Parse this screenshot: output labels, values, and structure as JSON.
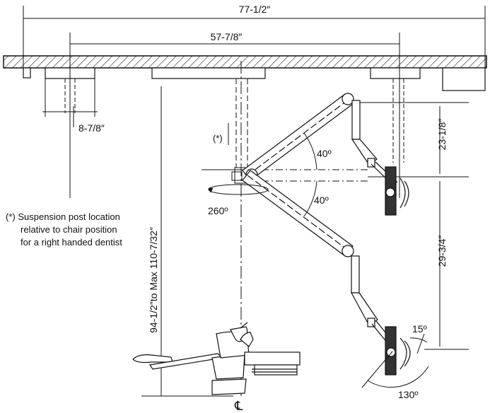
{
  "dimensions": {
    "overall_width": "77-1/2″",
    "post_spacing": "57-7/8″",
    "post_plate": "8-7/8″",
    "ceiling_height": "94-1/2″to Max 110-7/32″",
    "upper_drop": "23-1/8″",
    "lower_drop": "29-3/4″"
  },
  "angles": {
    "upper_arm": "40º",
    "lower_arm": "40º",
    "rotation": "260º",
    "head_tilt": "15º",
    "head_swivel": "130º"
  },
  "markers": {
    "asterisk": "(*)",
    "centerline": "℄"
  },
  "note": {
    "line1": "(*) Suspension post location",
    "line2": "relative to chair position",
    "line3": "for a right handed dentist"
  }
}
